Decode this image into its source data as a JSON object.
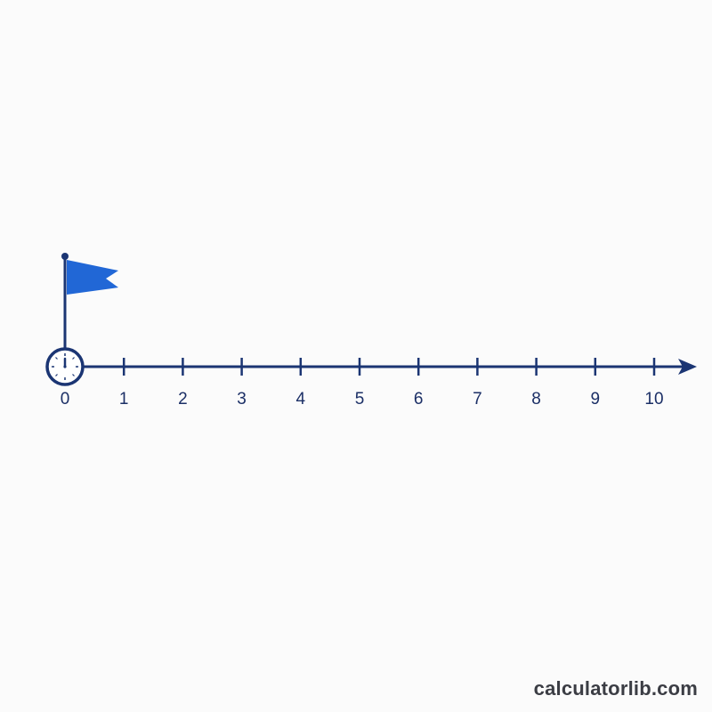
{
  "number_line": {
    "start": 0,
    "end": 10,
    "step": 1,
    "tick_labels": [
      "0",
      "1",
      "2",
      "3",
      "4",
      "5",
      "6",
      "7",
      "8",
      "9",
      "10"
    ],
    "start_marker": {
      "value": 0,
      "icon": "clock-icon",
      "flag_icon": "flag-icon"
    },
    "arrow_direction": "right"
  },
  "colors": {
    "line": "#1b3573",
    "flag": "#2167d6",
    "label": "#1b2f66",
    "background": "#fbfbfb",
    "watermark": "#3b3d44"
  },
  "watermark": {
    "text": "calculatorlib.com"
  }
}
